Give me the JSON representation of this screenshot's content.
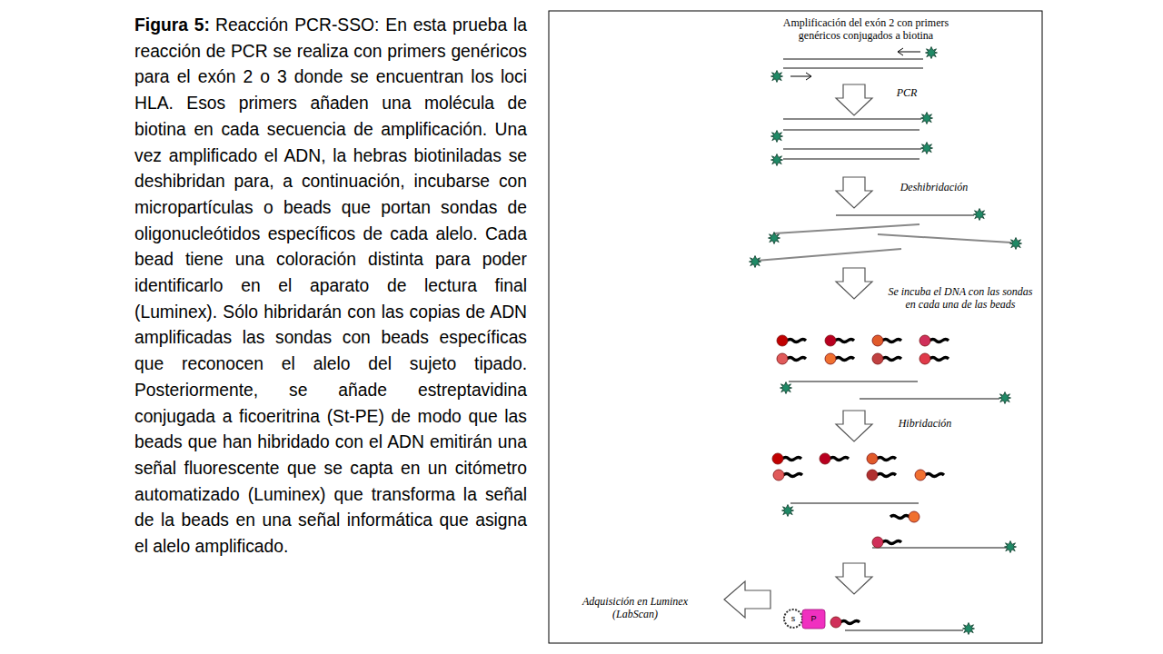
{
  "diagram": {
    "title": "Figura 5:",
    "caption": "Reacción PCR-SSO: En esta prueba la reacción de PCR se realiza con primers genéricos para el exón 2 o 3 donde se encuentran los loci HLA. Esos primers añaden una molécula de biotina en cada secuencia de amplificación. Una vez amplificado el ADN, la hebras biotiniladas se deshibridan para, a continuación, incubarse con micropartículas o beads que portan sondas de oligonucleótidos específicos de cada alelo. Cada bead tiene una coloración distinta para poder identificarlo en el aparato de lectura final (Luminex). Sólo hibridarán con las copias de ADN amplificadas las sondas con beads específicas que reconocen el alelo del sujeto tipado. Posteriormente, se añade estreptavidina conjugada a ficoeritrina (St-PE) de modo que las beads que han hibridado con el ADN emitirán una señal fluorescente que se capta en un citómetro automatizado (Luminex) que transforma la señal de la beads en una señal informática que asigna el alelo amplificado.",
    "labels": [
      "Amplificación del exón 2 con primers genéricos conjugados a biotina",
      "PCR",
      "Deshibridación",
      "Se incuba el DNA con las sondas en cada una de las beads",
      "Hibridación",
      "Adquisición en Luminex (LabScan)",
      "s",
      "P"
    ]
  }
}
